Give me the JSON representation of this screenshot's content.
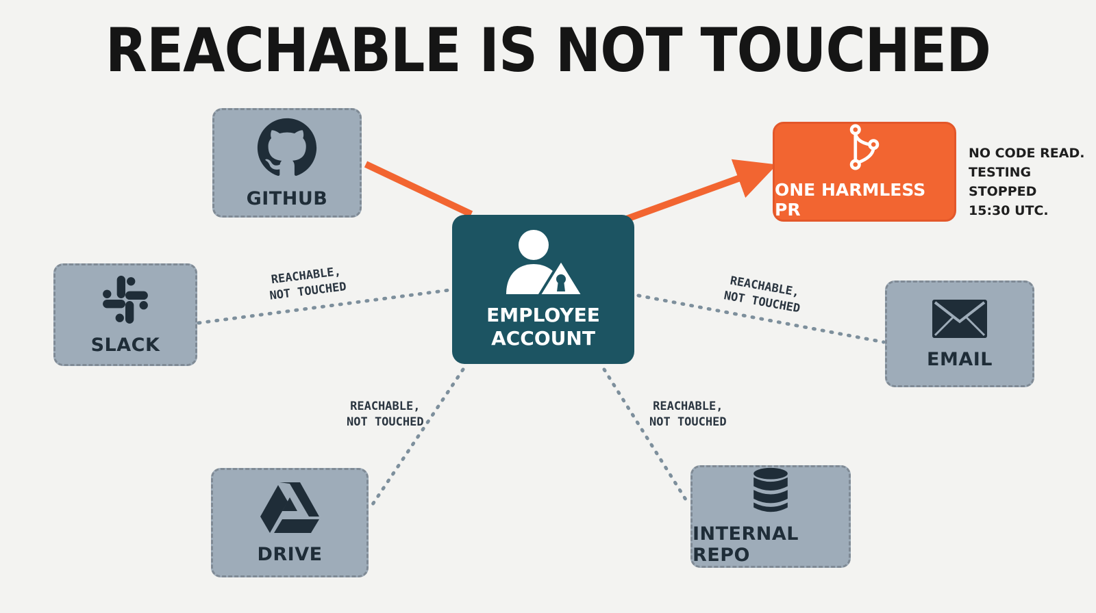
{
  "title": "REACHABLE IS NOT TOUCHED",
  "center": {
    "label": "EMPLOYEE ACCOUNT",
    "icon": "user-warning-lock-icon"
  },
  "target": {
    "label": "ONE HARMLESS PR",
    "icon": "git-branch-icon"
  },
  "note": {
    "lines": [
      "NO CODE READ.",
      "TESTING STOPPED",
      "15:30 UTC."
    ]
  },
  "nodes": {
    "github": {
      "label": "GITHUB",
      "icon": "github-icon"
    },
    "slack": {
      "label": "SLACK",
      "icon": "slack-icon"
    },
    "drive": {
      "label": "DRIVE",
      "icon": "drive-icon"
    },
    "internal_repo": {
      "label": "INTERNAL REPO",
      "icon": "database-icon"
    },
    "email": {
      "label": "EMAIL",
      "icon": "envelope-icon"
    }
  },
  "edge_labels": {
    "slack": {
      "line1": "REACHABLE,",
      "line2": "NOT TOUCHED"
    },
    "email": {
      "line1": "REACHABLE,",
      "line2": "NOT TOUCHED"
    },
    "drive": {
      "line1": "REACHABLE,",
      "line2": "NOT TOUCHED"
    },
    "internal_repo": {
      "line1": "REACHABLE,",
      "line2": "NOT TOUCHED"
    }
  },
  "colors": {
    "background": "#f3f3f1",
    "center": "#1c5462",
    "target": "#f26531",
    "node": "#9eacb9",
    "touched_edge": "#f26531",
    "untouched_edge": "#7d8f9c"
  }
}
